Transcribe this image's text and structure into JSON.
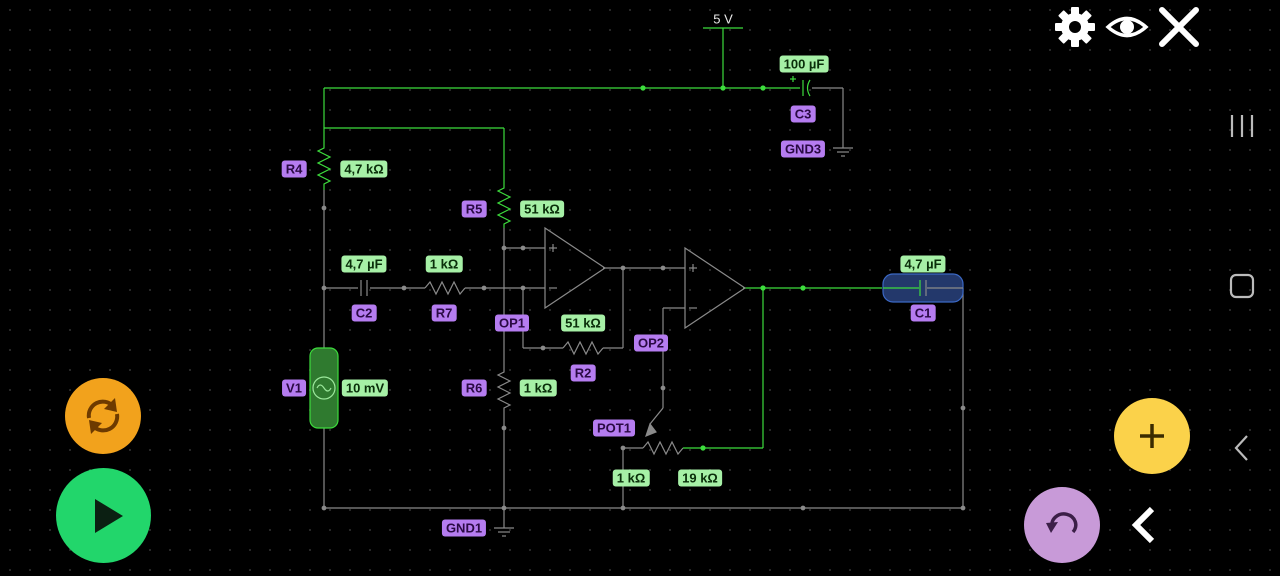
{
  "supply": {
    "voltage": "5 V"
  },
  "components": {
    "R4": {
      "name": "R4",
      "value": "4,7 kΩ"
    },
    "R5": {
      "name": "R5",
      "value": "51 kΩ"
    },
    "C2": {
      "name": "C2",
      "value": "4,7 µF"
    },
    "R7": {
      "name": "R7",
      "value": "1 kΩ"
    },
    "OP1": {
      "name": "OP1"
    },
    "R2": {
      "name": "R2",
      "value": "51 kΩ"
    },
    "OP2": {
      "name": "OP2"
    },
    "V1": {
      "name": "V1",
      "value": "10 mV"
    },
    "R6": {
      "name": "R6",
      "value": "1 kΩ"
    },
    "POT1": {
      "name": "POT1",
      "value_a": "1 kΩ",
      "value_b": "19 kΩ"
    },
    "C3": {
      "name": "C3",
      "value": "100 µF"
    },
    "GND3": {
      "name": "GND3"
    },
    "GND1": {
      "name": "GND1"
    },
    "C1": {
      "name": "C1",
      "value": "4,7 µF",
      "selected": true
    }
  },
  "colors": {
    "wire_active": "#3ddc3d",
    "wire_idle": "#8a8a8a",
    "name_badge": "#b57cf0",
    "value_badge": "#a6f0a6",
    "fab_cycle": "#f2a21c",
    "fab_play": "#22d66b",
    "fab_add": "#fbd24a",
    "fab_undo": "#c89ad8"
  },
  "toolbar": {
    "icons": [
      "gear-icon",
      "eye-icon",
      "close-icon"
    ]
  },
  "controls": {
    "cycle": "refresh-icon",
    "play": "play-icon",
    "add": "plus-icon",
    "undo": "undo-icon",
    "back": "chevron-left-icon"
  },
  "system_nav": [
    "recent-apps-icon",
    "home-icon",
    "back-icon"
  ]
}
